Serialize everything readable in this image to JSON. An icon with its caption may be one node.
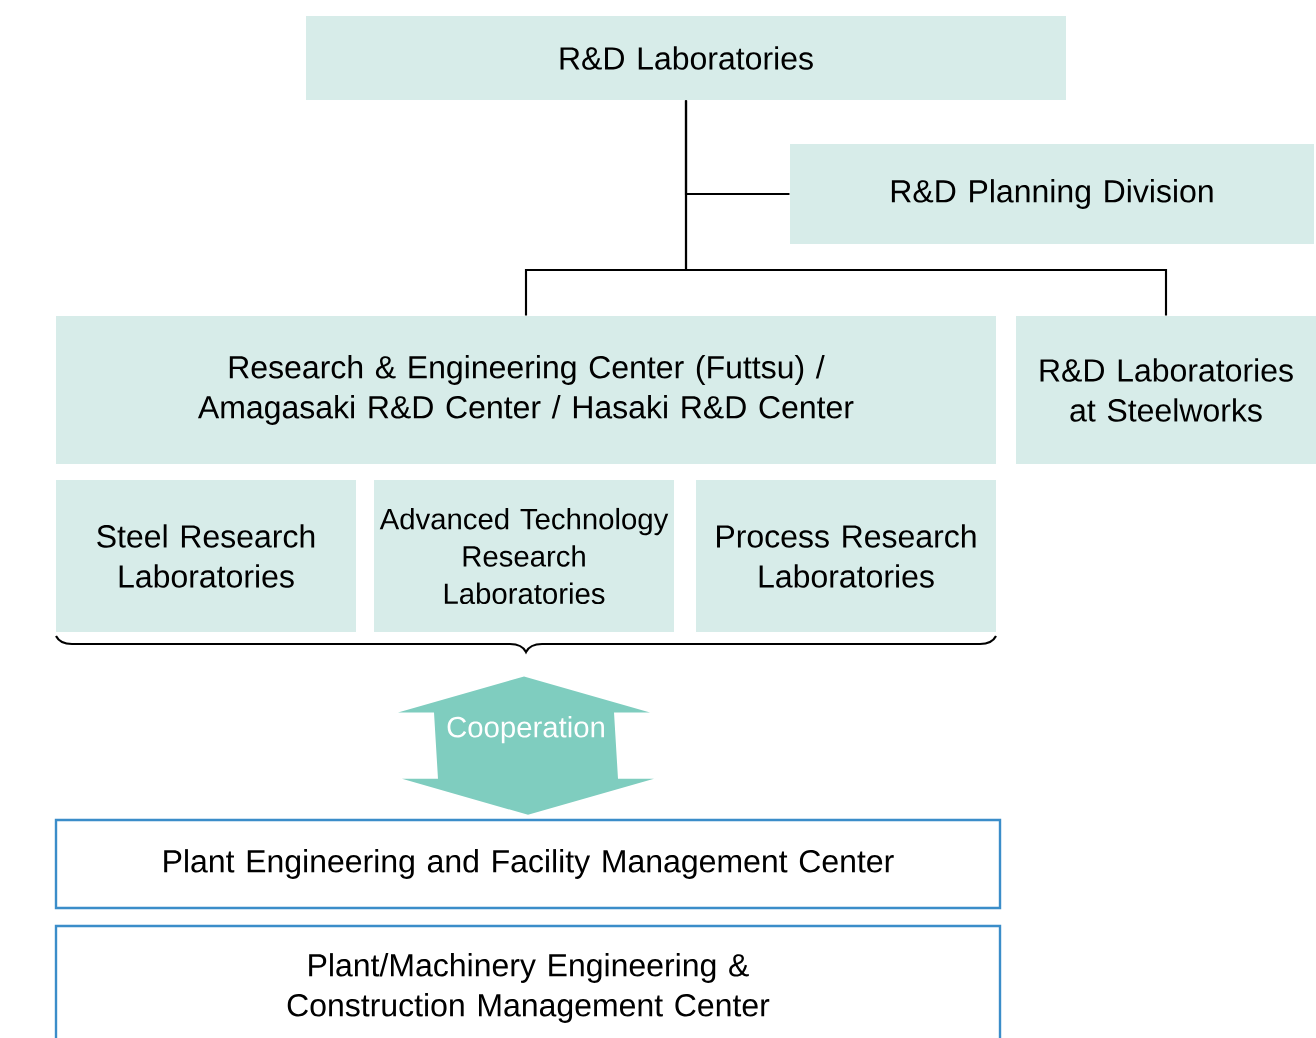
{
  "diagram": {
    "nodes": [
      {
        "text": [
          "R&D Laboratories"
        ]
      },
      {
        "text": [
          "R&D Planning Division"
        ]
      },
      {
        "text": [
          "Research & Engineering Center (Futtsu) / Amagasaki R&D Center / Hasaki R&D Center"
        ]
      },
      {
        "text": [
          "R&D Laboratories at Steelworks"
        ]
      },
      {
        "text": [
          "Steel Research Laboratories"
        ]
      },
      {
        "text": [
          "Advanced Technology Research Laboratories"
        ]
      },
      {
        "text": [
          "Process Research Laboratories"
        ]
      },
      {
        "text": [
          "Plant Engineering and Facility Management Center"
        ]
      },
      {
        "text": [
          "Plant/Machinery Engineering & Construction Management Center"
        ]
      }
    ],
    "edges": [
      {
        "from": 0,
        "to": 1,
        "arrow": "none"
      },
      {
        "from": 0,
        "to": 2,
        "arrow": "none"
      },
      {
        "from": 0,
        "to": 3,
        "arrow": "none"
      },
      {
        "from": 5,
        "to": 7,
        "arrow": "both",
        "label": "Cooperation",
        "style": "thick",
        "color": "#7fcdbf"
      }
    ]
  }
}
